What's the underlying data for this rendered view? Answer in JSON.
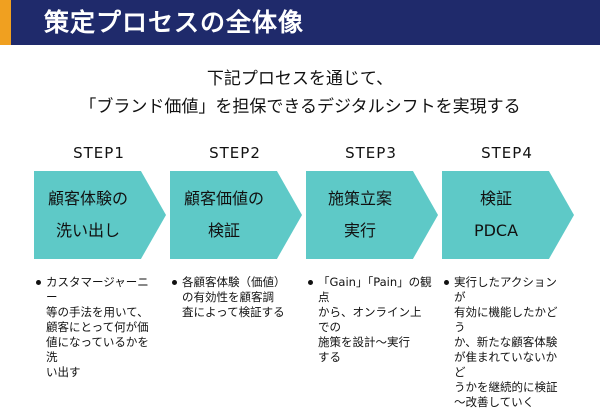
{
  "title": "策定プロセスの全体像",
  "subtitle_line1": "下記プロセスを通じて、",
  "subtitle_line2": "「ブランド価値」を担保できるデジタルシフトを実現する",
  "steps": [
    {
      "label": "STEP1",
      "box_lines": [
        "顧客体験の",
        "洗い出し"
      ],
      "description": "カスタマージャーニー\n等の手法を用いて、\n顧客にとって何が価\n値になっているかを洗\nい出す"
    },
    {
      "label": "STEP2",
      "box_lines": [
        "顧客価値の",
        "検証"
      ],
      "description": "各顧客体験（価値）\nの有効性を顧客調\n査によって検証する"
    },
    {
      "label": "STEP3",
      "box_lines": [
        "施策立案",
        "実行"
      ],
      "description": "「Gain」「Pain」の観点\nから、オンライン上での\n施策を設計～実行\nする"
    },
    {
      "label": "STEP4",
      "box_lines": [
        "検証",
        "PDCA"
      ],
      "description": "実行したアクションが\n有効に機能したかどう\nか、新たな顧客体験\nが隹まれていないかど\nうかを継続的に検証\n～改善していく"
    }
  ],
  "colors": {
    "title_bar": "#1f2a6b",
    "title_accent": "#f0a020",
    "arrow_fill": "#5ec9c7"
  }
}
